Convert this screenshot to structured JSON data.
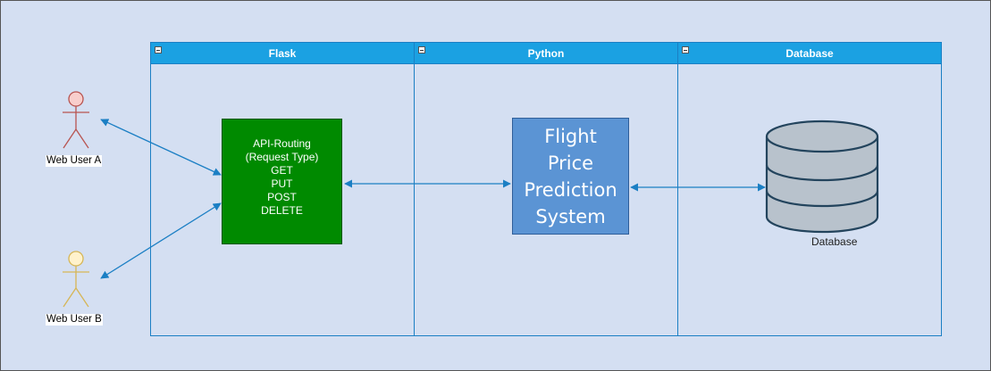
{
  "lanes": [
    {
      "title": "Flask"
    },
    {
      "title": "Python"
    },
    {
      "title": "Database"
    }
  ],
  "actors": {
    "user_a": "Web User A",
    "user_b": "Web User B"
  },
  "api_routing": {
    "lines": [
      "API-Routing",
      "(Request Type)",
      "GET",
      "PUT",
      "POST",
      "DELETE"
    ]
  },
  "system": {
    "lines": [
      "Flight",
      "Price",
      "Prediction",
      "System"
    ]
  },
  "database": {
    "label": "Database"
  },
  "colors": {
    "background": "#d4dff2",
    "lane_header": "#1ba1e2",
    "api_box": "#008a00",
    "system_box": "#5b94d4",
    "database_fill": "#b8c2cc",
    "arrow": "#1b7fc4",
    "actor_a": "#b85450",
    "actor_b": "#d6b656"
  }
}
